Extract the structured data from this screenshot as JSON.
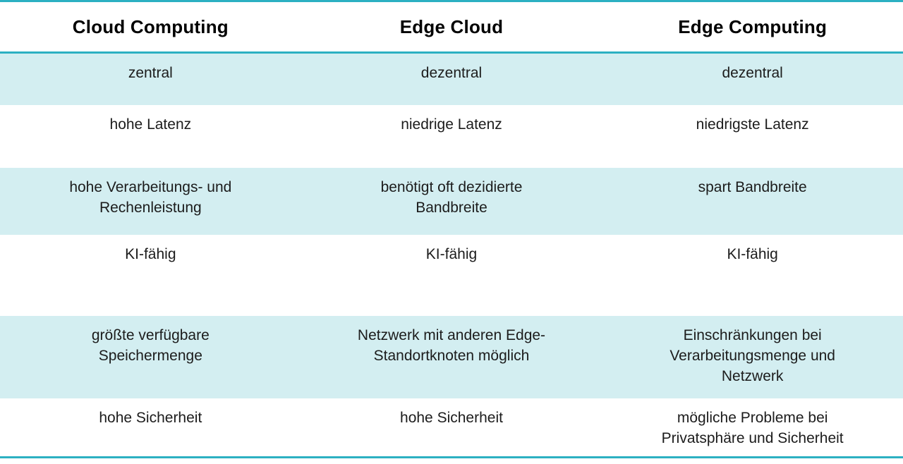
{
  "colors": {
    "accent_teal": "#2cb0c2",
    "row_tint": "#d3eef1",
    "header_text": "#000000",
    "body_text": "#1c1c1c"
  },
  "table": {
    "columns": [
      "Cloud Computing",
      "Edge Cloud",
      "Edge Computing"
    ],
    "rows": [
      [
        "zentral",
        "dezentral",
        "dezentral"
      ],
      [
        "hohe Latenz",
        "niedrige Latenz",
        "niedrigste Latenz"
      ],
      [
        "hohe Verarbeitungs- und\nRechenleistung",
        "benötigt oft dezidierte\nBandbreite",
        "spart Bandbreite"
      ],
      [
        "KI-fähig",
        "KI-fähig",
        "KI-fähig"
      ],
      [
        "größte verfügbare\nSpeichermenge",
        "Netzwerk mit anderen Edge-\nStandortknoten möglich",
        "Einschränkungen bei\nVerarbeitungsmenge und\nNetzwerk"
      ],
      [
        "hohe Sicherheit",
        "hohe Sicherheit",
        "mögliche Probleme bei\nPrivatsphäre und Sicherheit"
      ]
    ]
  }
}
